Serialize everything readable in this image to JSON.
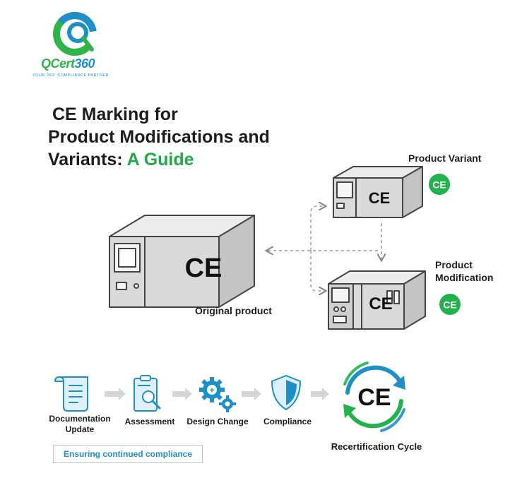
{
  "logo": {
    "brand_q": "QCert",
    "brand_num": "360",
    "tagline": "YOUR 360° COMPLIANCE PARTNER"
  },
  "title": {
    "line1": "CE Marking for",
    "line2": "Product Modifications and",
    "line3_prefix": "Variants: ",
    "line3_accent": "A Guide"
  },
  "products": {
    "original_label": "Original product",
    "variant_label": "Product Variant",
    "modification_label_1": "Product",
    "modification_label_2": "Modification",
    "ce_mark": "CE"
  },
  "process": {
    "steps": [
      {
        "label_1": "Documentation",
        "label_2": "Update",
        "icon": "document-scroll-icon"
      },
      {
        "label_1": "Assessment",
        "label_2": "",
        "icon": "clipboard-magnifier-icon"
      },
      {
        "label_1": "Design Change",
        "label_2": "",
        "icon": "gears-icon"
      },
      {
        "label_1": "Compliance",
        "label_2": "",
        "icon": "shield-icon"
      }
    ],
    "cycle_label": "Recertification Cycle",
    "ensuring_text": "Ensuring continued compliance"
  },
  "colors": {
    "green": "#22b24c",
    "blue": "#1f8fc8",
    "box_gray": "#d9d9d9",
    "outline": "#444444"
  }
}
